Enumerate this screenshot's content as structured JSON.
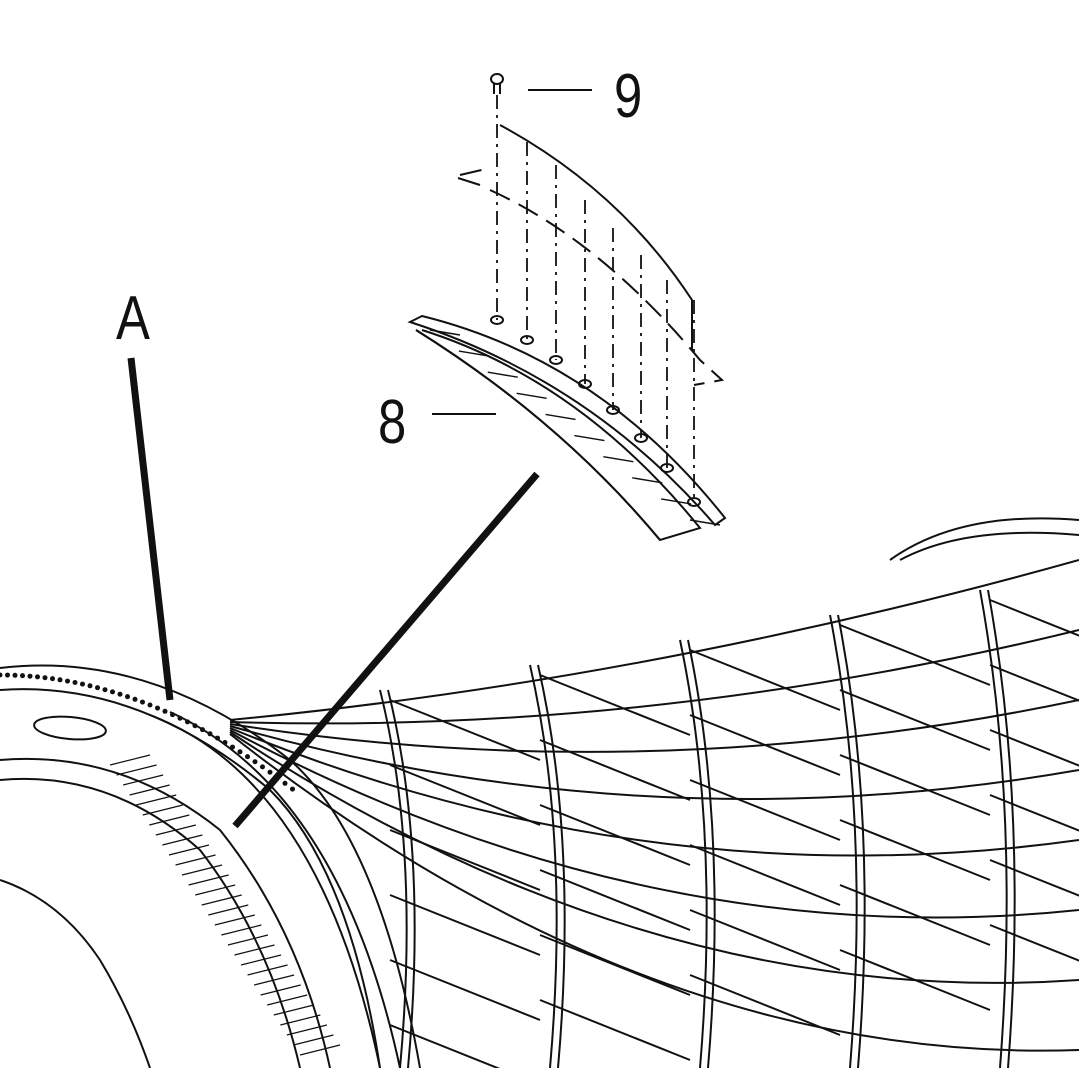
{
  "callouts": {
    "rivet": "9",
    "seal_segment": "8",
    "detail": "A"
  },
  "colors": {
    "ink": "#111111",
    "paper": "#ffffff"
  }
}
